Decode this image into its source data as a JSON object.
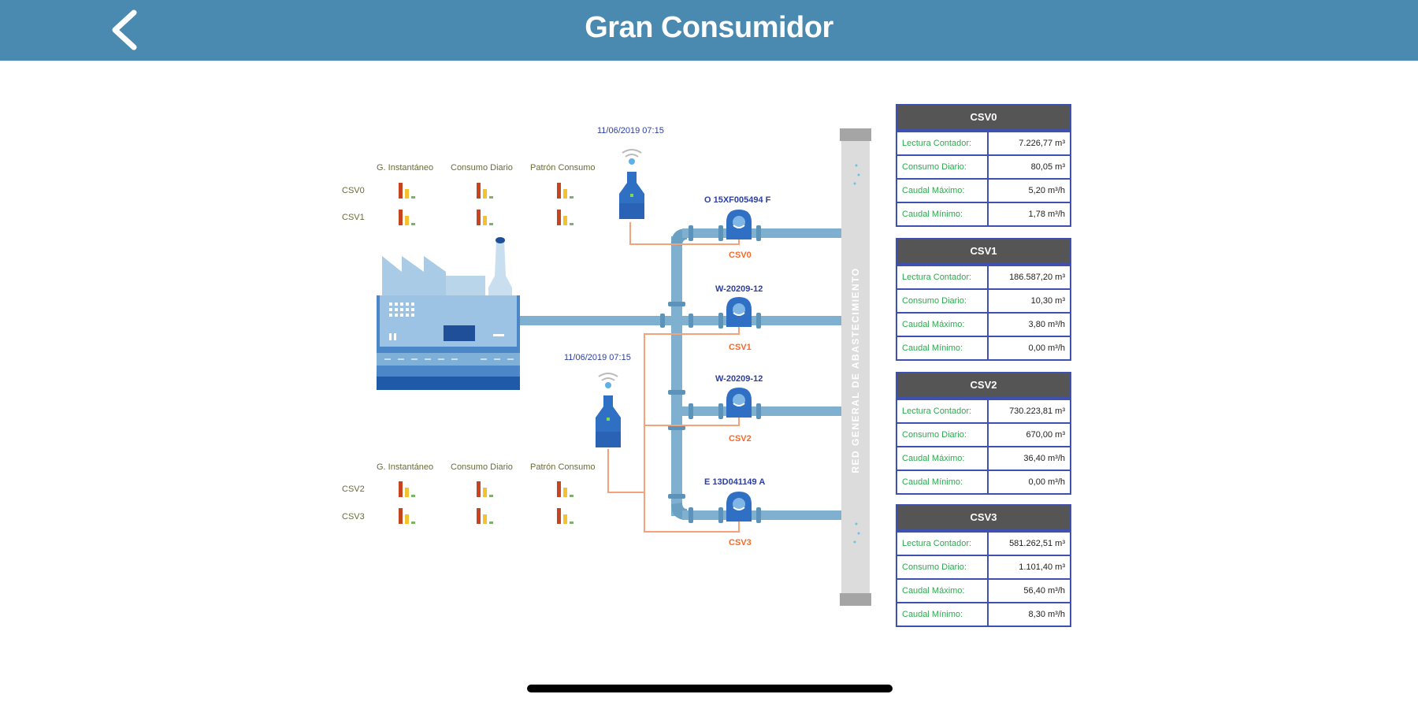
{
  "header": {
    "title": "Gran Consumidor",
    "back_icon": "chevron-left-icon"
  },
  "dashboard_top": {
    "columns": [
      "G. Instantáneo",
      "Consumo Diario",
      "Patrón Consumo"
    ],
    "rows": [
      "CSV0",
      "CSV1"
    ]
  },
  "dashboard_bottom": {
    "columns": [
      "G. Instantáneo",
      "Consumo Diario",
      "Patrón Consumo"
    ],
    "rows": [
      "CSV2",
      "CSV3"
    ]
  },
  "concentrators": [
    {
      "timestamp": "11/06/2019 07:15",
      "icon": "wireless-concentrator-icon"
    },
    {
      "timestamp": "11/06/2019 07:15",
      "icon": "wireless-concentrator-icon"
    }
  ],
  "meters": [
    {
      "id": "O 15XF005494 F",
      "name": "CSV0"
    },
    {
      "id": "W-20209-12",
      "name": "CSV1"
    },
    {
      "id": "W-20209-12",
      "name": "CSV2"
    },
    {
      "id": "E 13D041149 A",
      "name": "CSV3"
    }
  ],
  "network": {
    "label": "RED GENERAL DE ABASTECIMIENTO"
  },
  "panels": [
    {
      "title": "CSV0",
      "rows": [
        {
          "label": "Lectura Contador:",
          "value": "7.226,77 m³"
        },
        {
          "label": "Consumo Diario:",
          "value": "80,05 m³"
        },
        {
          "label": "Caudal Máximo:",
          "value": "5,20 m³/h"
        },
        {
          "label": "Caudal Mínimo:",
          "value": "1,78 m³/h"
        }
      ]
    },
    {
      "title": "CSV1",
      "rows": [
        {
          "label": "Lectura Contador:",
          "value": "186.587,20 m³"
        },
        {
          "label": "Consumo Diario:",
          "value": "10,30 m³"
        },
        {
          "label": "Caudal Máximo:",
          "value": "3,80 m³/h"
        },
        {
          "label": "Caudal Mínimo:",
          "value": "0,00 m³/h"
        }
      ]
    },
    {
      "title": "CSV2",
      "rows": [
        {
          "label": "Lectura Contador:",
          "value": "730.223,81 m³"
        },
        {
          "label": "Consumo Diario:",
          "value": "670,00 m³"
        },
        {
          "label": "Caudal Máximo:",
          "value": "36,40 m³/h"
        },
        {
          "label": "Caudal Mínimo:",
          "value": "0,00 m³/h"
        }
      ]
    },
    {
      "title": "CSV3",
      "rows": [
        {
          "label": "Lectura Contador:",
          "value": "581.262,51 m³"
        },
        {
          "label": "Consumo Diario:",
          "value": "1.101,40 m³"
        },
        {
          "label": "Caudal Máximo:",
          "value": "56,40 m³/h"
        },
        {
          "label": "Caudal Mínimo:",
          "value": "8,30 m³/h"
        }
      ]
    }
  ],
  "colors": {
    "header_bg": "#4a89b0",
    "pipe": "#7fb0cf",
    "wire": "#f5a27a",
    "meter": "#2f6fc4",
    "panel_header": "#555555",
    "panel_border": "#3f51b0",
    "panel_label": "#2fa84f"
  }
}
